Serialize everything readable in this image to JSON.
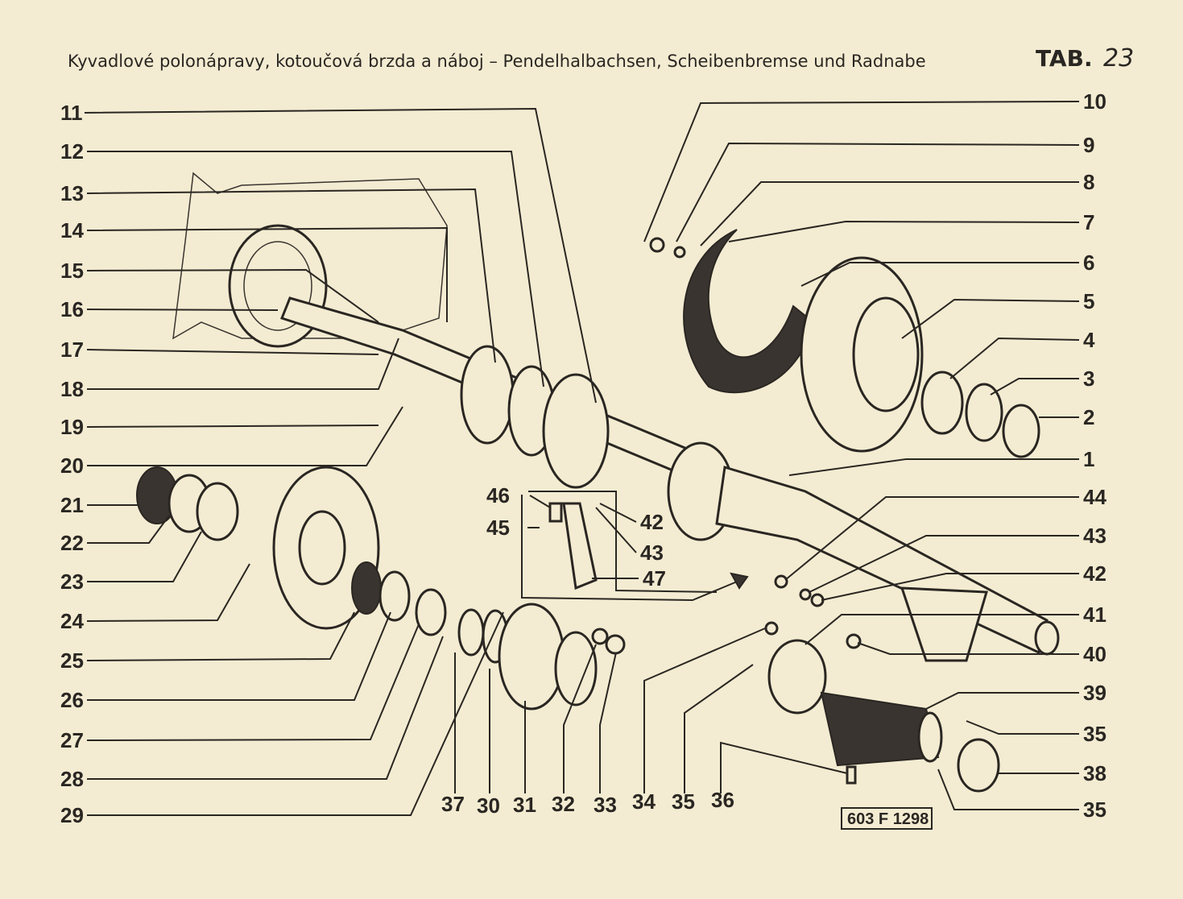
{
  "header": {
    "title": "Kyvadlové polonápravy, kotoučová brzda a náboj – Pendelhalbachsen, Scheibenbremse und Radnabe",
    "tab_label": "TAB.",
    "tab_number": "23"
  },
  "labels_left": [
    "11",
    "12",
    "13",
    "14",
    "15",
    "16",
    "17",
    "18",
    "19",
    "20",
    "21",
    "22",
    "23",
    "24",
    "25",
    "26",
    "27",
    "28",
    "29"
  ],
  "labels_right": [
    "10",
    "9",
    "8",
    "7",
    "6",
    "5",
    "4",
    "3",
    "2",
    "1",
    "44",
    "43",
    "42",
    "41",
    "40",
    "39",
    "35",
    "38",
    "35"
  ],
  "labels_bottom": [
    "37",
    "30",
    "31",
    "32",
    "33",
    "34",
    "35",
    "36"
  ],
  "labels_inset": [
    "46",
    "45",
    "42",
    "43",
    "47"
  ],
  "drawing_code": "603 F 1298",
  "colors": {
    "paper": "#f3ecd2",
    "ink": "#2a2622"
  }
}
